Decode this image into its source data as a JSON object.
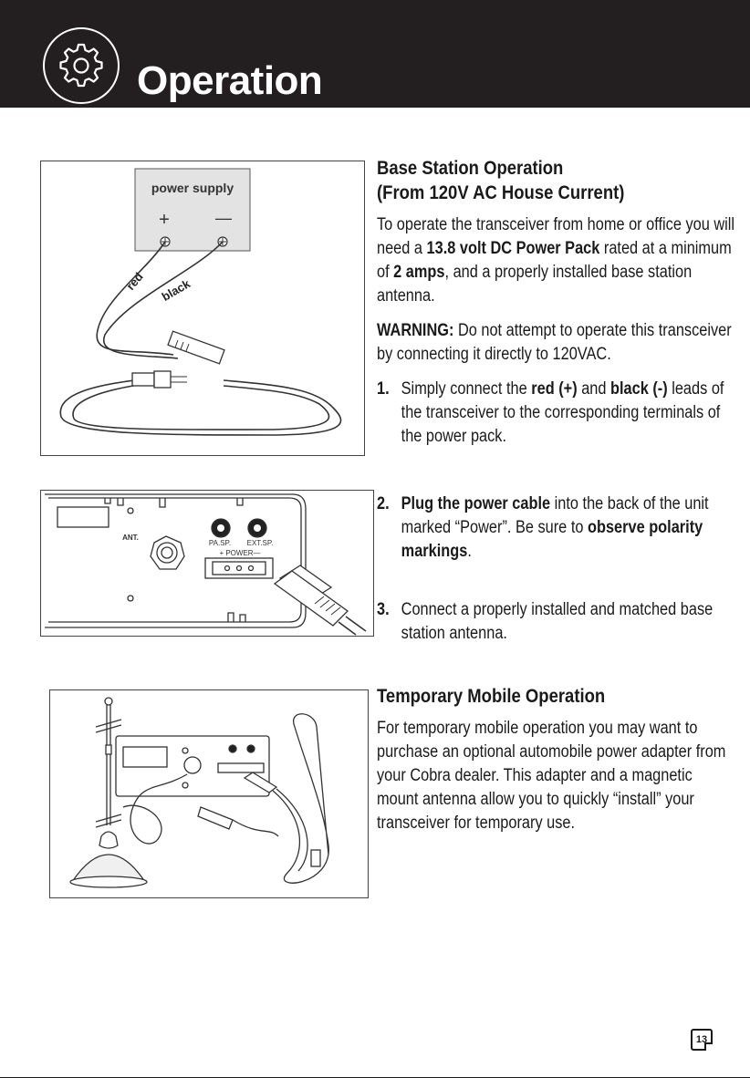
{
  "header": {
    "title": "Operation",
    "icon": "gear-icon"
  },
  "figure1": {
    "supply_label": "power supply",
    "plus": "+",
    "minus": "—",
    "red_label": "red",
    "black_label": "black"
  },
  "figure2": {
    "ant_label": "ANT.",
    "pa_label": "PA.SP.",
    "ext_label": "EXT.SP.",
    "power_label": "+ POWER—"
  },
  "base": {
    "heading_line1": "Base Station Operation",
    "heading_line2": "(From 120V AC House Current)",
    "intro_a": "To operate the transceiver from home or office you will need a ",
    "intro_b": "13.8 volt DC Power Pack",
    "intro_c": " rated at a minimum of ",
    "intro_d": "2 amps",
    "intro_e": ", and a properly installed base station antenna.",
    "warning_label": "WARNING:",
    "warning_text": " Do not attempt to operate this transceiver by connecting it directly to 120VAC.",
    "step1_num": "1.",
    "step1_a": "Simply connect the ",
    "step1_b": "red (+)",
    "step1_c": " and ",
    "step1_d": "black (-)",
    "step1_e": " leads of the transceiver to the corresponding terminals of the power pack.",
    "step2_num": "2.",
    "step2_a": "Plug the power cable",
    "step2_b": " into the back of the unit marked “Power”.  Be sure to ",
    "step2_c": "observe polarity markings",
    "step2_d": ".",
    "step3_num": "3.",
    "step3_text": "Connect a properly installed and matched base station antenna."
  },
  "mobile": {
    "heading": "Temporary Mobile Operation",
    "text": "For temporary mobile operation you may want to purchase an optional automobile power adapter from your Cobra dealer. This adapter and a magnetic mount antenna allow you to quickly “install” your transceiver for temporary use."
  },
  "page_number": "13"
}
